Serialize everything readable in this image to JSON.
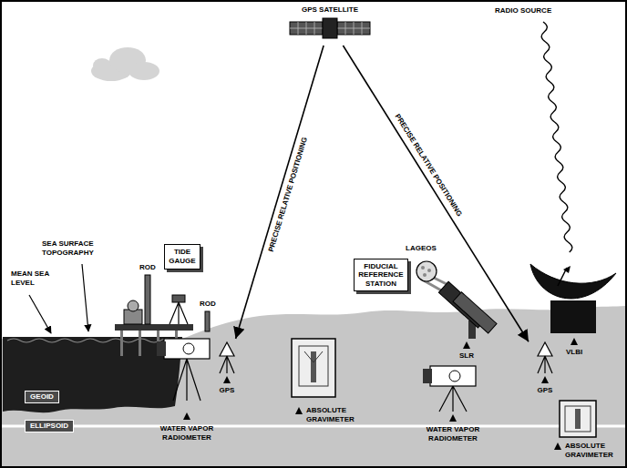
{
  "diagram": {
    "nodes": [
      {
        "text": [
          "GPS SATELLITE"
        ]
      },
      {
        "text": [
          "TIDE GAUGE"
        ]
      },
      {
        "text": [
          "FIDUCIAL REFERENCE STATION"
        ]
      },
      {
        "text": [
          "GPS"
        ]
      },
      {
        "text": [
          "GPS"
        ]
      },
      {
        "text": [
          "GEOID"
        ]
      },
      {
        "text": [
          "ELLIPSOID"
        ]
      }
    ],
    "edges": [
      {
        "from": 0,
        "to": 3,
        "arrow": "to",
        "label": "PRECISE RELATIVE POSITIONING"
      },
      {
        "from": 0,
        "to": 4,
        "arrow": "to",
        "label": "PRECISE RELATIVE POSITIONING"
      }
    ],
    "labels": [
      "RADIO SOURCE",
      "SEA SURFACE TOPOGRAPHY",
      "MEAN SEA LEVEL",
      "ROD",
      "ROD",
      "LAGEOS",
      "SLR",
      "VLBI",
      "ABSOLUTE GRAVIMETER",
      "WATER VAPOR RADIOMETER",
      "WATER VAPOR RADIOMETER",
      "ABSOLUTE GRAVIMETER"
    ]
  }
}
